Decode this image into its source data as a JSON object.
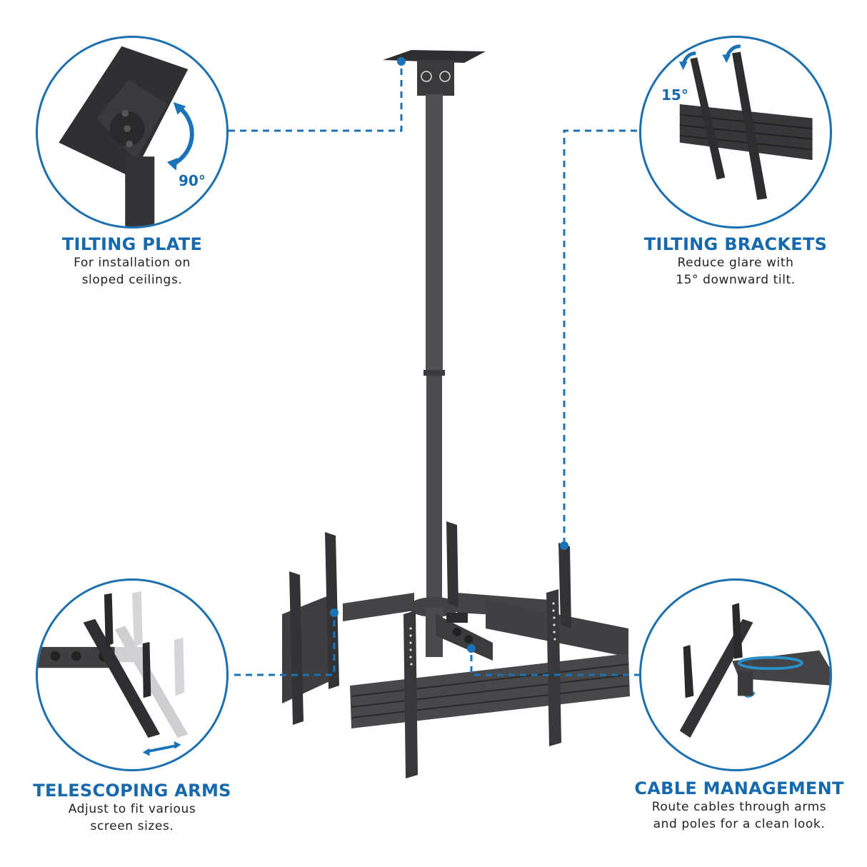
{
  "colors": {
    "accent": "#1769ae",
    "connector": "#1a73b8",
    "metal_dark": "#3a3a3c",
    "metal_mid": "#4a4a4d",
    "text": "#222222",
    "background": "#ffffff"
  },
  "features": [
    {
      "id": "tilting-plate",
      "title": "TILTING PLATE",
      "desc_line1": "For installation on",
      "desc_line2": "sloped ceilings.",
      "badge": "90°",
      "icon": "rotate-arrow-icon"
    },
    {
      "id": "tilting-brackets",
      "title": "TILTING BRACKETS",
      "desc_line1": "Reduce glare with",
      "desc_line2": "15° downward tilt.",
      "badge": "15°",
      "icon": "tilt-arrow-icon"
    },
    {
      "id": "telescoping-arms",
      "title": "TELESCOPING ARMS",
      "desc_line1": "Adjust to fit various",
      "desc_line2": "screen sizes.",
      "icon": "double-arrow-icon"
    },
    {
      "id": "cable-management",
      "title": "CABLE MANAGEMENT",
      "desc_line1": "Route cables through arms",
      "desc_line2": "and poles for a clean look.",
      "icon": "cable-icon"
    }
  ]
}
